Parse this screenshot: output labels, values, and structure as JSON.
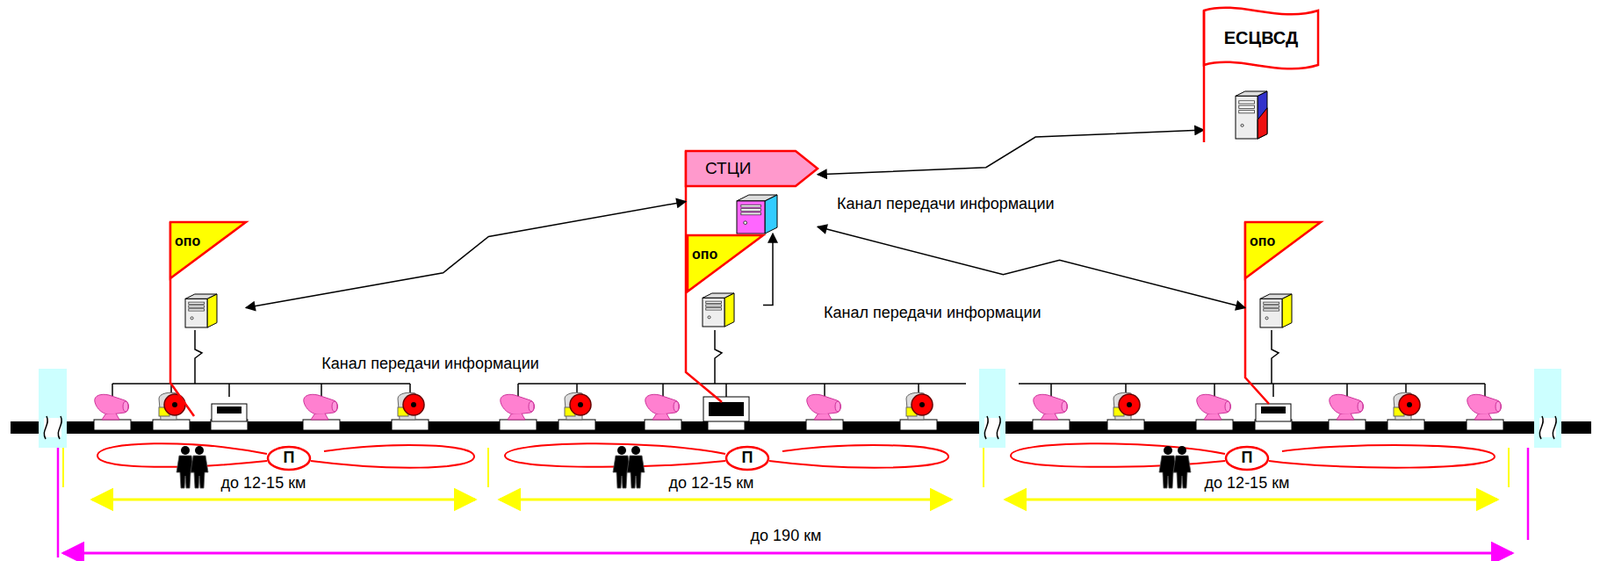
{
  "diagram": {
    "nodes": [
      {
        "text": [
          "ЕСЦВСД"
        ]
      },
      {
        "text": [
          "СТЦИ"
        ]
      },
      {
        "text": [
          "опо"
        ]
      },
      {
        "text": [
          "опо"
        ]
      },
      {
        "text": [
          "опо"
        ]
      },
      {
        "text": [
          "П"
        ]
      },
      {
        "text": [
          "П"
        ]
      },
      {
        "text": [
          "П"
        ]
      }
    ],
    "edges": [
      {
        "from": 1,
        "to": 0,
        "arrow": "both",
        "label": "Канал передачи информации"
      },
      {
        "from": 2,
        "to": 1,
        "arrow": "both"
      },
      {
        "from": 3,
        "to": 1,
        "arrow": "to"
      },
      {
        "from": 1,
        "to": 4,
        "arrow": "both",
        "label": "Канал передачи информации"
      }
    ],
    "labels": [
      "Канал передачи информации",
      "до 12-15 км",
      "до 12-15 км",
      "до 12-15 км",
      "до 190 км"
    ]
  }
}
